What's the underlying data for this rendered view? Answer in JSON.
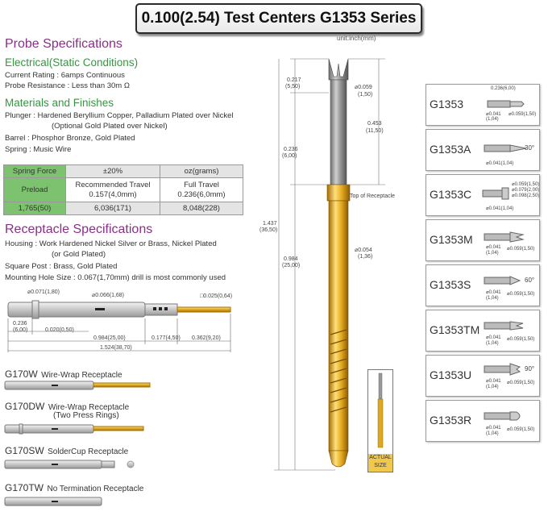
{
  "title": "0.100(2.54) Test Centers G1353 Series",
  "unit": "unit:inch(mm)",
  "probe_spec": {
    "heading": "Probe Specifications",
    "electrical_heading": "Electrical(Static Conditions)",
    "current_rating": "Current Rating : 6amps Continuous",
    "probe_resistance": "Probe Resistance : Less than 30m Ω",
    "materials_heading": "Materials and Finishes",
    "plunger_1": "Plunger : Hardened Beryllium Copper, Palladium Plated over Nickel",
    "plunger_2": "(Optional Gold Plated over Nickel)",
    "barrel": "Barrel : Phosphor Bronze, Gold Plated",
    "spring": "Spring : Music Wire"
  },
  "spring_table": {
    "h1": "Spring Force",
    "h2": "±20%",
    "h3": "oz(grams)",
    "preload": "Preload",
    "rec_travel_label": "Recommended Travel",
    "rec_travel_value": "0.157(4,0mm)",
    "full_travel_label": "Full Travel",
    "full_travel_value": "0.236(6,0mm)",
    "v1": "1,765(50)",
    "v2": "6,036(171)",
    "v3": "8,048(228)"
  },
  "receptacle_spec": {
    "heading": "Receptacle Specifications",
    "housing_1": "Housing : Work Hardened Nickel Silver or Brass, Nickel Plated",
    "housing_2": "(or Gold Plated)",
    "square_post": "Square Post : Brass, Gold Plated",
    "mounting": "Mounting Hole Size : 0.067(1,70mm) drill is most commonly used"
  },
  "receptacle_dims": {
    "d_071": "⌀0.071(1,80)",
    "d_066": "⌀0.066(1,68)",
    "d_025": "□0.025(0,64)",
    "d_236": "0.236",
    "d_236mm": "(6,00)",
    "d_020": "0.020(0,50)",
    "d_984": "0.984(25,00)",
    "d_177": "0.177(4,50)",
    "d_362": "0.362(9,20)",
    "d_1524": "1.524(38,70)"
  },
  "receptacles": [
    {
      "code": "G170W",
      "desc": "Wire-Wrap Receptacle",
      "sub": ""
    },
    {
      "code": "G170DW",
      "desc": "Wire-Wrap Receptacle",
      "sub": "(Two Press Rings)"
    },
    {
      "code": "G170SW",
      "desc": "SolderCup Receptacle",
      "sub": ""
    },
    {
      "code": "G170TW",
      "desc": "No Termination Receptacle",
      "sub": ""
    }
  ],
  "probe_dims": {
    "d1": "0.217",
    "d1mm": "(5,50)",
    "d2": "⌀0.059",
    "d2mm": "(1,50)",
    "d3": "0.453",
    "d3mm": "(11,50)",
    "d4": "0.236",
    "d4mm": "(6,00)",
    "top_receptacle": "Top of Receptacle",
    "d5": "1.437",
    "d5mm": "(36,50)",
    "d6": "⌀0.054",
    "d6mm": "(1,36)",
    "d7": "0.984",
    "d7mm": "(25,00)"
  },
  "actual_size": {
    "line1": "ACTUAL",
    "line2": "SIZE"
  },
  "series": [
    {
      "name": "G1353",
      "dims": [
        "0.236(6,00)",
        "⌀0.041",
        "(1,04)",
        "⌀0.059(1,50)"
      ]
    },
    {
      "name": "G1353A",
      "dims": [
        "30°",
        "⌀0.041(1,04)"
      ]
    },
    {
      "name": "G1353C",
      "dims": [
        "⌀0.059(1,50)",
        "⌀0.079(2,00)",
        "⌀0.098(2,50)",
        "⌀0.041(1,04)"
      ]
    },
    {
      "name": "G1353M",
      "dims": [
        "⌀0.041",
        "(1,04)",
        "⌀0.059(1,50)"
      ]
    },
    {
      "name": "G1353S",
      "dims": [
        "60°",
        "⌀0.041",
        "(1,04)",
        "⌀0.059(1,50)"
      ]
    },
    {
      "name": "G1353TM",
      "dims": [
        "⌀0.041",
        "(1,04)",
        "⌀0.059(1,50)"
      ]
    },
    {
      "name": "G1353U",
      "dims": [
        "90°",
        "⌀0.041",
        "(1,04)",
        "⌀0.059(1,50)"
      ]
    },
    {
      "name": "G1353R",
      "dims": [
        "⌀0.041",
        "(1,04)",
        "⌀0.059(1,50)"
      ]
    }
  ]
}
